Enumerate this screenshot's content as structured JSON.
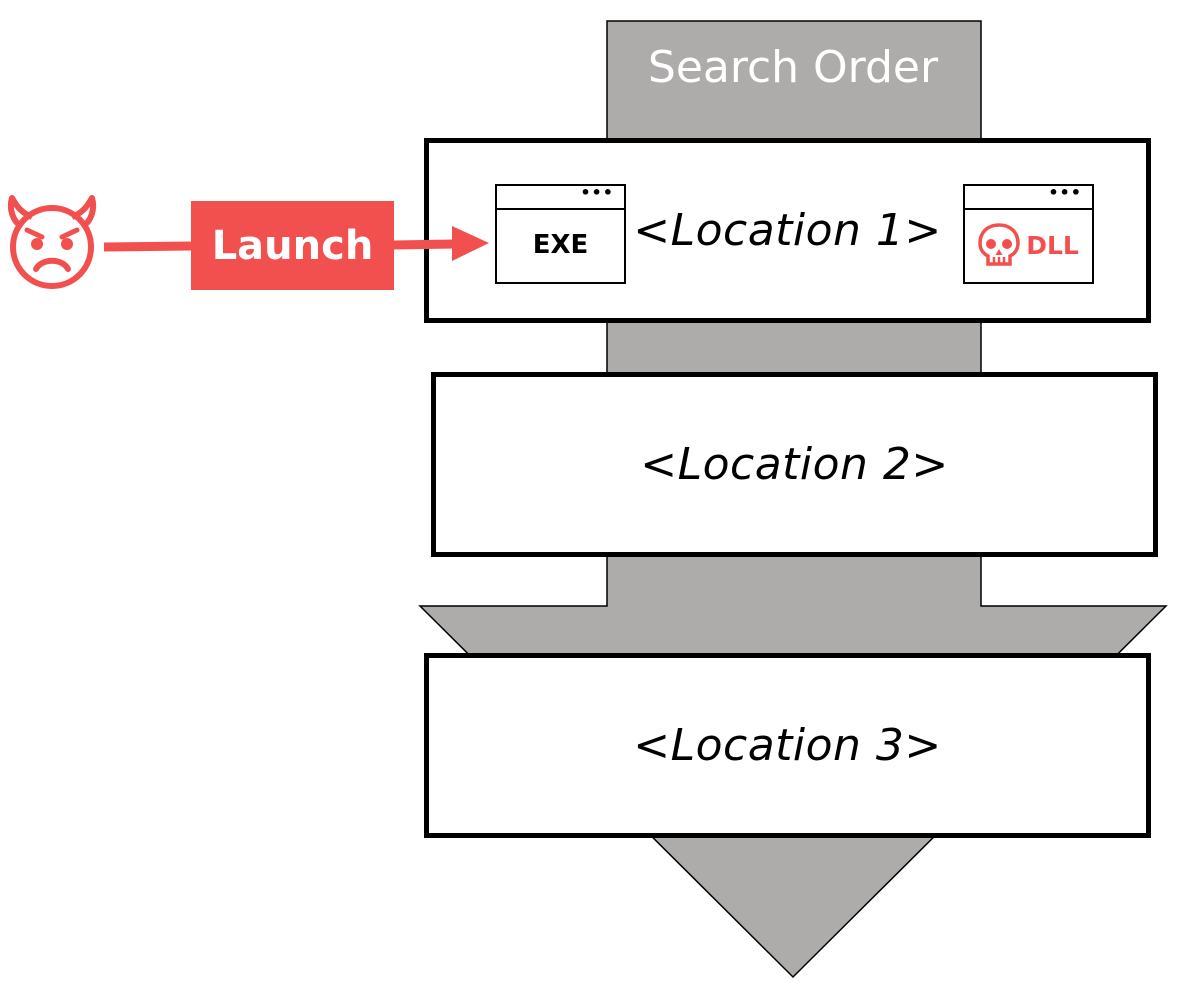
{
  "search_order": {
    "label": "Search Order"
  },
  "locations": [
    {
      "label": "<Location 1>"
    },
    {
      "label": "<Location 2>"
    },
    {
      "label": "<Location 3>"
    }
  ],
  "exe_window": {
    "label": "EXE",
    "dots": "•••"
  },
  "dll_window": {
    "label": "DLL",
    "dots": "•••",
    "icon": "skull-icon"
  },
  "launch": {
    "label": "Launch"
  },
  "attacker": {
    "icon": "angry-devil-face-icon"
  },
  "colors": {
    "arrow_fill": "#aeabab",
    "accent_red": "#f24f4f",
    "box_border": "#000000"
  }
}
